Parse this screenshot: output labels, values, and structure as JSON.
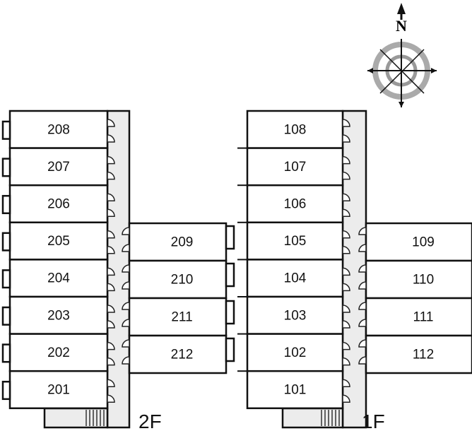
{
  "compass": {
    "north_label": "N"
  },
  "floors": [
    {
      "label": "2F",
      "main_units": [
        "208",
        "207",
        "206",
        "205",
        "204",
        "203",
        "202",
        "201"
      ],
      "wing_units": [
        "209",
        "210",
        "211",
        "212"
      ]
    },
    {
      "label": "1F",
      "main_units": [
        "108",
        "107",
        "106",
        "105",
        "104",
        "103",
        "102",
        "101"
      ],
      "wing_units": [
        "109",
        "110",
        "111",
        "112"
      ]
    }
  ]
}
